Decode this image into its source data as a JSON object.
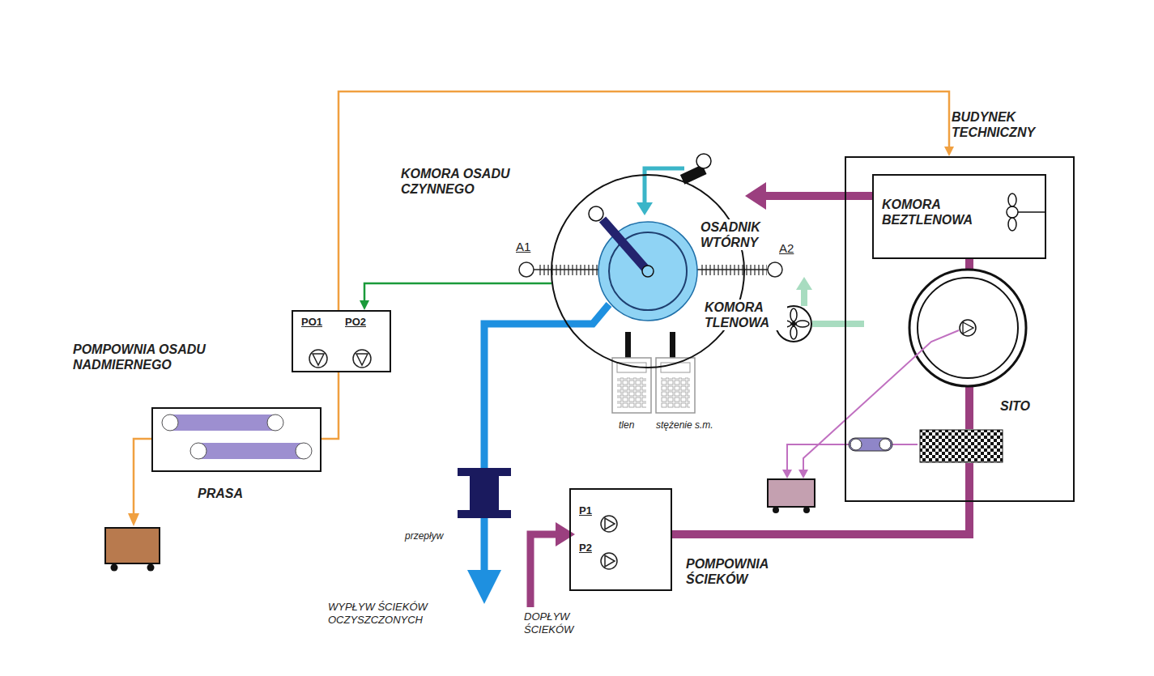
{
  "diagram": {
    "nodes": [
      {
        "text": [
          "BUDYNEK TECHNICZNY"
        ]
      },
      {
        "text": [
          "KOMORA BEZTLENOWA"
        ],
        "in": 0
      },
      {
        "text": [
          "SITO"
        ],
        "in": 0
      },
      {
        "text": [
          "KOMORA OSADU CZYNNEGO"
        ]
      },
      {
        "text": [
          "OSADNIK WTÓRNY"
        ],
        "in": 3
      },
      {
        "text": [
          "POMPOWNIA OSADU NADMIERNEGO",
          "PO1",
          "PO2"
        ]
      },
      {
        "text": [
          "PRASA"
        ]
      },
      {
        "text": [
          "POMPOWNIA ŚCIEKÓW",
          "P1",
          "P2"
        ]
      }
    ],
    "edges": [
      {
        "from": 7,
        "to": 2,
        "arrow": "none"
      },
      {
        "from": 2,
        "to": 1,
        "arrow": "none"
      },
      {
        "from": 1,
        "to": 3,
        "arrow": "to"
      },
      {
        "from": 3,
        "to": 5,
        "arrow": "to"
      },
      {
        "from": 5,
        "to": 0,
        "arrow": "to"
      },
      {
        "from": 5,
        "to": 6,
        "arrow": "none"
      }
    ],
    "labels": [
      "KOMORA TLENOWA",
      "A1",
      "A2",
      "tlen",
      "stężenie s.m.",
      "przepływ",
      "WYPŁYW ŚCIEKÓW OCZYSZCZONYCH",
      "DOPŁYW ŚCIEKÓW"
    ]
  }
}
